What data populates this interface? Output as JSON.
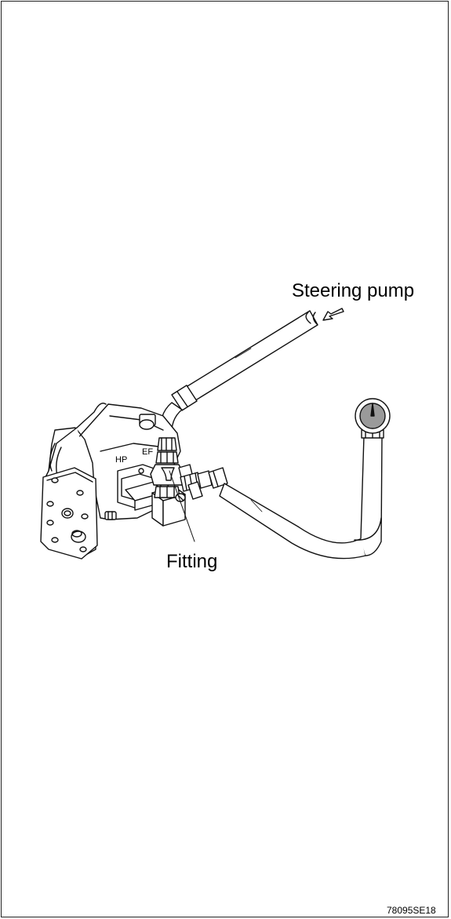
{
  "labels": {
    "steering_pump": "Steering pump",
    "fitting": "Fitting",
    "hp": "HP",
    "ef": "EF"
  },
  "figure_code": "78095SE18",
  "colors": {
    "line": "#111111",
    "fill": "#ffffff",
    "gauge_face": "#9a9a9a",
    "gauge_needle": "#111111"
  }
}
